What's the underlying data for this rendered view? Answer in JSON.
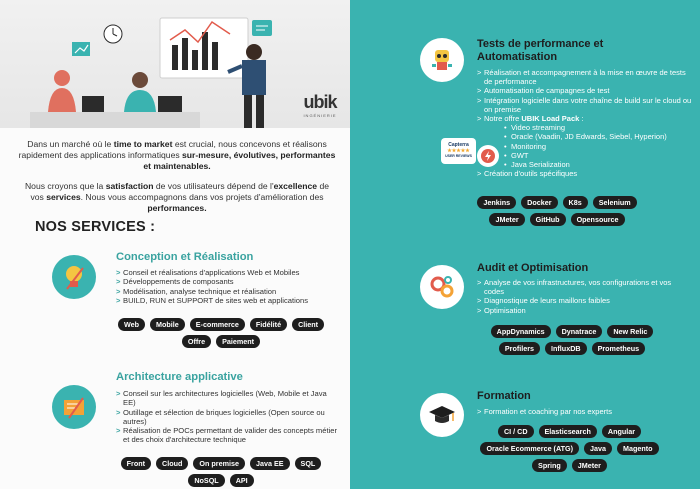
{
  "brand": {
    "logo": "ubik",
    "logo_sub": "INGÉNIERIE"
  },
  "colors": {
    "teal": "#3ab3b0",
    "dark": "#1e1e1e",
    "accent_text": "#3aa3a0"
  },
  "intro": {
    "p1_a": "Dans un marché où le ",
    "p1_b": "time to market",
    "p1_c": " est crucial, nous concevons et réalisons rapidement des applications informatiques ",
    "p1_d": "sur-mesure, évolutives, performantes et maintenables.",
    "p2_a": "Nous croyons que la ",
    "p2_b": "satisfaction",
    "p2_c": " de vos utilisateurs dépend de l'",
    "p2_d": "excellence",
    "p2_e": " de vos ",
    "p2_f": "services",
    "p2_g": ". Nous vous accompagnons dans vos projets d'amélioration des ",
    "p2_h": "performances."
  },
  "services_title": "NOS SERVICES :",
  "conception": {
    "title": "Conception et Réalisation",
    "bullets": [
      "Conseil et réalisations d'applications Web et Mobiles",
      "Développements de composants",
      "Modélisation, analyse technique et réalisation",
      "BUILD, RUN et SUPPORT de sites web et applications"
    ],
    "tags": [
      "Web",
      "Mobile",
      "E-commerce",
      "Fidélité",
      "Client",
      "Offre",
      "Paiement"
    ]
  },
  "architecture": {
    "title": "Architecture applicative",
    "bullets": [
      "Conseil sur les architectures logicielles (Web, Mobile et Java EE)",
      "Outillage et sélection de briques logicielles (Open source ou autres)",
      "Réalisation de POCs permettant de valider des concepts métier et des choix d'architecture technique"
    ],
    "tags": [
      "Front",
      "Cloud",
      "On premise",
      "Java EE",
      "SQL",
      "NoSQL",
      "API"
    ]
  },
  "performance": {
    "title_line1": "Tests de performance et",
    "title_line2": "Automatisation",
    "bullets": [
      "Réalisation et accompagnement à la mise en œuvre de tests de performance",
      "Automatisation de campagnes de test",
      "Intégration logicielle dans votre chaîne de build sur le cloud ou on premise"
    ],
    "offer_prefix": "Notre offre ",
    "offer_name": "UBIK Load Pack",
    "offer_suffix": " :",
    "sub_bullets": [
      "Video streaming",
      "Oracle (Vaadin, JD Edwards, Siebel, Hyperion)",
      "Monitoring",
      "GWT",
      "Java Serialization"
    ],
    "last_bullet": "Création d'outils spécifiques",
    "capterra": "Capterra",
    "capterra_stars": "★★★★★",
    "capterra_sub": "USER REVIEWS",
    "tags": [
      "Jenkins",
      "Docker",
      "K8s",
      "Selenium",
      "JMeter",
      "GitHub",
      "Opensource"
    ]
  },
  "audit": {
    "title": "Audit et Optimisation",
    "bullets": [
      "Analyse de vos infrastructures, vos configurations et vos codes",
      "Diagnostique de leurs maillons faibles",
      "Optimisation"
    ],
    "tags": [
      "AppDynamics",
      "Dynatrace",
      "New Relic",
      "Profilers",
      "InfluxDB",
      "Prometheus"
    ]
  },
  "formation": {
    "title": "Formation",
    "bullets": [
      "Formation et coaching par nos experts"
    ],
    "tags": [
      "CI / CD",
      "Elasticsearch",
      "Angular",
      "Oracle Ecommerce (ATG)",
      "Java",
      "Magento",
      "Spring",
      "JMeter"
    ]
  },
  "icons": {
    "conception": "lightbulb-icon",
    "architecture": "blueprint-icon",
    "performance": "robot-icon",
    "audit": "gears-icon",
    "formation": "graduation-cap-icon",
    "load_pack": "lightning-icon"
  }
}
